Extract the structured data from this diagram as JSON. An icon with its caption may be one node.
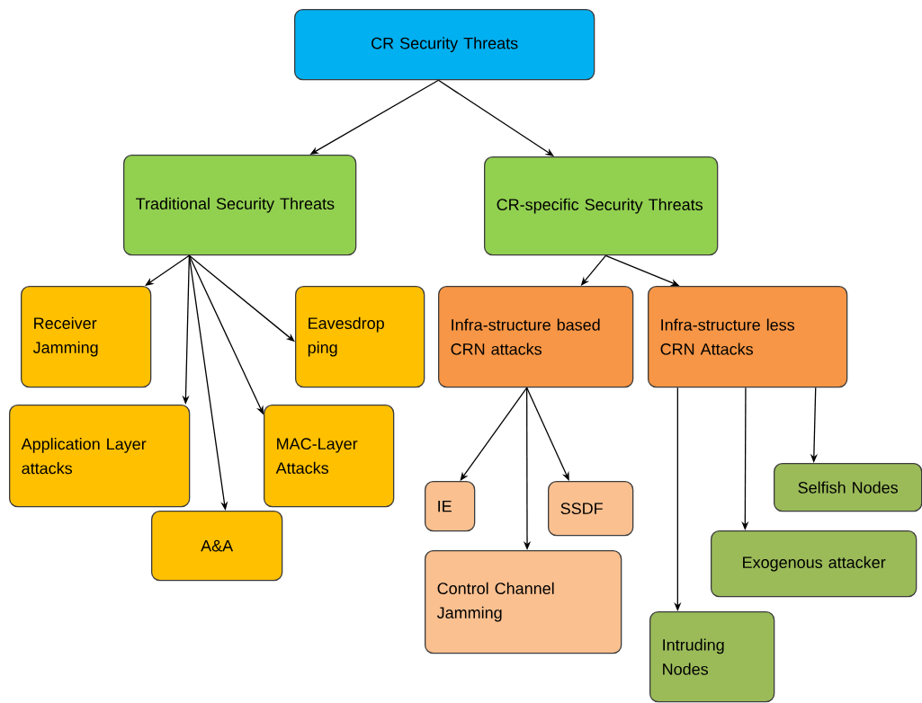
{
  "diagram": {
    "nodes": [
      {
        "text": [
          "CR Security Threats"
        ]
      },
      {
        "text": [
          "Traditional Security Threats"
        ]
      },
      {
        "text": [
          "CR-specific Security Threats"
        ]
      },
      {
        "text": [
          "Receiver Jamming"
        ]
      },
      {
        "text": [
          "Eavesdrop ping"
        ]
      },
      {
        "text": [
          "Application Layer attacks"
        ]
      },
      {
        "text": [
          "MAC-Layer Attacks"
        ]
      },
      {
        "text": [
          "A&A"
        ]
      },
      {
        "text": [
          "Infra-structure based CRN attacks"
        ]
      },
      {
        "text": [
          "Infra-structure less CRN Attacks"
        ]
      },
      {
        "text": [
          "IE"
        ]
      },
      {
        "text": [
          "SSDF"
        ]
      },
      {
        "text": [
          "Control Channel Jamming"
        ]
      },
      {
        "text": [
          "Selfish Nodes"
        ]
      },
      {
        "text": [
          "Exogenous attacker"
        ]
      },
      {
        "text": [
          "Intruding Nodes"
        ]
      }
    ],
    "edges": [
      {
        "from": 0,
        "to": 1,
        "arrow": "to"
      },
      {
        "from": 0,
        "to": 2,
        "arrow": "to"
      },
      {
        "from": 1,
        "to": 3,
        "arrow": "to"
      },
      {
        "from": 1,
        "to": 4,
        "arrow": "to"
      },
      {
        "from": 1,
        "to": 5,
        "arrow": "to"
      },
      {
        "from": 1,
        "to": 6,
        "arrow": "to"
      },
      {
        "from": 1,
        "to": 7,
        "arrow": "to"
      },
      {
        "from": 2,
        "to": 8,
        "arrow": "to"
      },
      {
        "from": 2,
        "to": 9,
        "arrow": "to"
      },
      {
        "from": 8,
        "to": 10,
        "arrow": "to"
      },
      {
        "from": 8,
        "to": 11,
        "arrow": "to"
      },
      {
        "from": 8,
        "to": 12,
        "arrow": "to"
      },
      {
        "from": 9,
        "to": 13,
        "arrow": "to"
      },
      {
        "from": 9,
        "to": 14,
        "arrow": "to"
      },
      {
        "from": 9,
        "to": 15,
        "arrow": "to"
      }
    ]
  }
}
